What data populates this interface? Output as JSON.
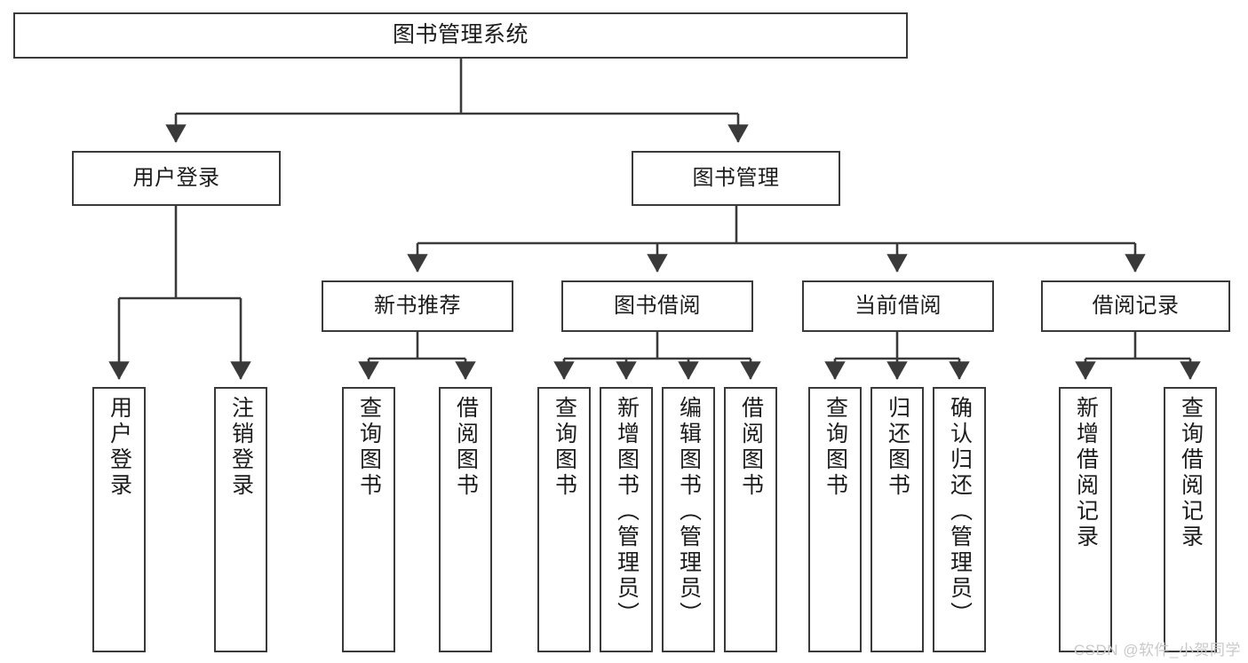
{
  "diagram": {
    "title": "图书管理系统",
    "watermark": "CSDN @软件_小贺同学",
    "colors": {
      "box_border": "#3a3a3a",
      "box_fill": "#ffffff",
      "connector": "#3a3a3a",
      "text": "#1c1c1c",
      "watermark": "#c9c9c9"
    },
    "nodes": {
      "root": {
        "label": "图书管理系统"
      },
      "level2": [
        {
          "id": "user-login",
          "label": "用户登录"
        },
        {
          "id": "book-manage",
          "label": "图书管理"
        }
      ],
      "level3": [
        {
          "id": "new-book-recommend",
          "label": "新书推荐"
        },
        {
          "id": "book-borrow",
          "label": "图书借阅"
        },
        {
          "id": "current-borrow",
          "label": "当前借阅"
        },
        {
          "id": "borrow-record",
          "label": "借阅记录"
        }
      ],
      "leaves": {
        "user-login": [
          {
            "id": "leaf-user-login",
            "label": "用户登录"
          },
          {
            "id": "leaf-logout-login",
            "label": "注销登录"
          }
        ],
        "new-book-recommend": [
          {
            "id": "leaf-query-book-1",
            "label": "查询图书"
          },
          {
            "id": "leaf-borrow-book-1",
            "label": "借阅图书"
          }
        ],
        "book-borrow": [
          {
            "id": "leaf-query-book-2",
            "label": "查询图书"
          },
          {
            "id": "leaf-add-book",
            "label": "新增图书（管理员）"
          },
          {
            "id": "leaf-edit-book",
            "label": "编辑图书（管理员）"
          },
          {
            "id": "leaf-borrow-book-2",
            "label": "借阅图书"
          }
        ],
        "current-borrow": [
          {
            "id": "leaf-query-book-3",
            "label": "查询图书"
          },
          {
            "id": "leaf-return-book",
            "label": "归还图书"
          },
          {
            "id": "leaf-confirm-return",
            "label": "确认归还（管理员）"
          }
        ],
        "borrow-record": [
          {
            "id": "leaf-add-record",
            "label": "新增借阅记录"
          },
          {
            "id": "leaf-query-record",
            "label": "查询借阅记录"
          }
        ]
      }
    }
  }
}
